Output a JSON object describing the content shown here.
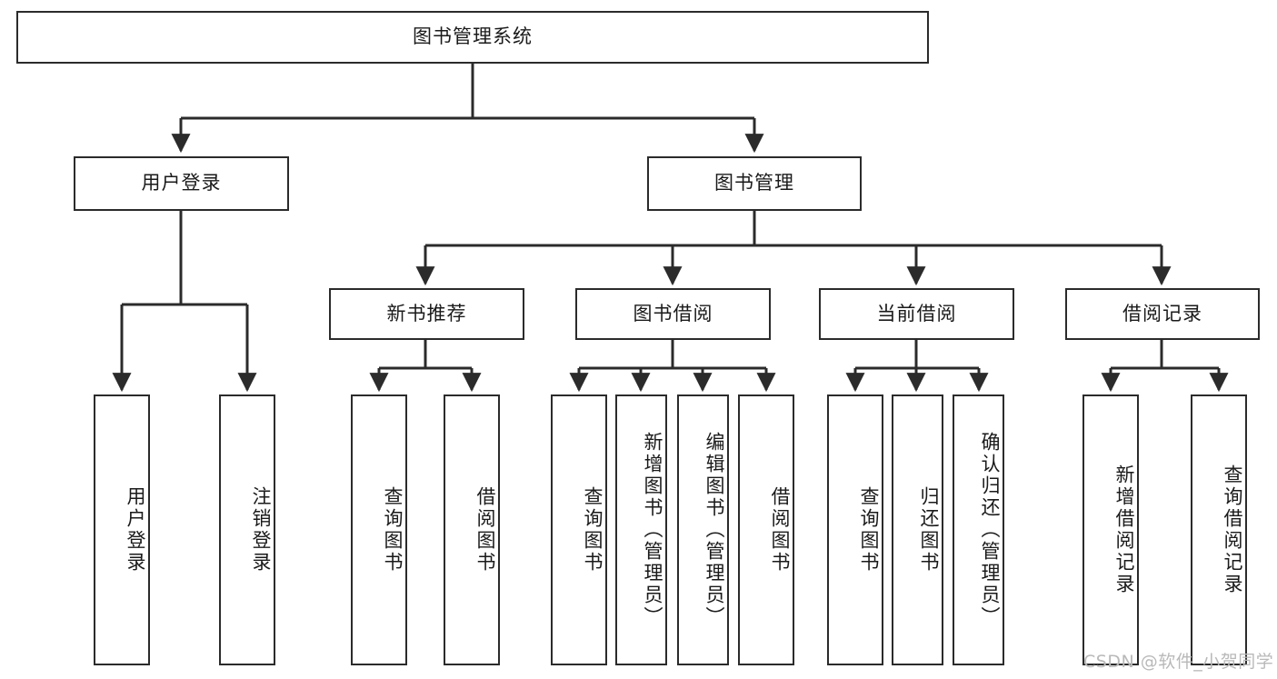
{
  "diagram": {
    "title": "图书管理系统",
    "type": "functional-structure-tree",
    "watermark": "CSDN @软件_小贺同学",
    "colors": {
      "border": "#2b2b2b",
      "background": "#ffffff",
      "text": "#1a1a1a",
      "watermark": "#b9b9b9"
    },
    "levels": {
      "root": {
        "label": "图书管理系统"
      },
      "level2": [
        {
          "label": "用户登录"
        },
        {
          "label": "图书管理"
        }
      ],
      "level3": [
        {
          "label": "新书推荐"
        },
        {
          "label": "图书借阅"
        },
        {
          "label": "当前借阅"
        },
        {
          "label": "借阅记录"
        }
      ],
      "leaves_user_login": [
        {
          "label": "用户登录"
        },
        {
          "label": "注销登录"
        }
      ],
      "leaves_new_book": [
        {
          "label": "查询图书"
        },
        {
          "label": "借阅图书"
        }
      ],
      "leaves_borrow": [
        {
          "label": "查询图书"
        },
        {
          "label": "新增图书（管理员）"
        },
        {
          "label": "编辑图书（管理员）"
        },
        {
          "label": "借阅图书"
        }
      ],
      "leaves_current": [
        {
          "label": "查询图书"
        },
        {
          "label": "归还图书"
        },
        {
          "label": "确认归还（管理员）"
        }
      ],
      "leaves_records": [
        {
          "label": "新增借阅记录"
        },
        {
          "label": "查询借阅记录"
        }
      ]
    }
  }
}
